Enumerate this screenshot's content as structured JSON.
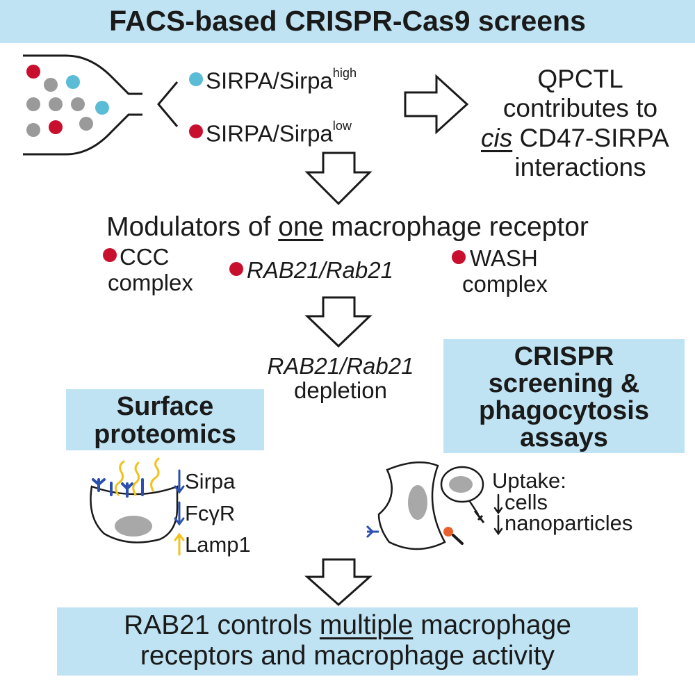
{
  "title": "FACS-based CRISPR-Cas9 screens",
  "sort": {
    "high_label": "SIRPA/Sirpa",
    "high_sup": "high",
    "low_label": "SIRPA/Sirpa",
    "low_sup": "low"
  },
  "qpctl": {
    "line1": "QPCTL",
    "line2": "contributes to",
    "line3_italic": "cis",
    "line3_rest": " CD47-SIRPA",
    "line4": "interactions"
  },
  "modulators": {
    "prefix": "Modulators of ",
    "underlined": "one",
    "suffix": " macrophage receptor",
    "ccc_line1": "CCC",
    "ccc_line2": "complex",
    "rab21": "RAB21/Rab21",
    "wash_line1": "WASH",
    "wash_line2": "complex"
  },
  "depletion": {
    "line1": "RAB21/Rab21",
    "line2": "depletion"
  },
  "crispr_box": {
    "line1": "CRISPR",
    "line2": "screening &",
    "line3": "phagocytosis",
    "line4": "assays"
  },
  "surface_box": {
    "line1": "Surface",
    "line2": "proteomics"
  },
  "proteomics_results": [
    "Sirpa",
    "FcγR",
    "Lamp1"
  ],
  "uptake": {
    "label": "Uptake:",
    "items": [
      "cells",
      "nanoparticles"
    ]
  },
  "conclusion": {
    "prefix": "RAB21 controls ",
    "underlined": "multiple",
    "suffix": " macrophage",
    "line2": "receptors and macrophage activity"
  },
  "colors": {
    "box_fill": "#bfe3f3",
    "red_dot": "#c8102e",
    "blue_dot": "#5bbcd6",
    "grey_dot": "#9a9a9a",
    "nucleus": "#a8a8a8",
    "receptor_blue": "#2b4fb0",
    "lamp_yellow": "#f2c21b"
  }
}
